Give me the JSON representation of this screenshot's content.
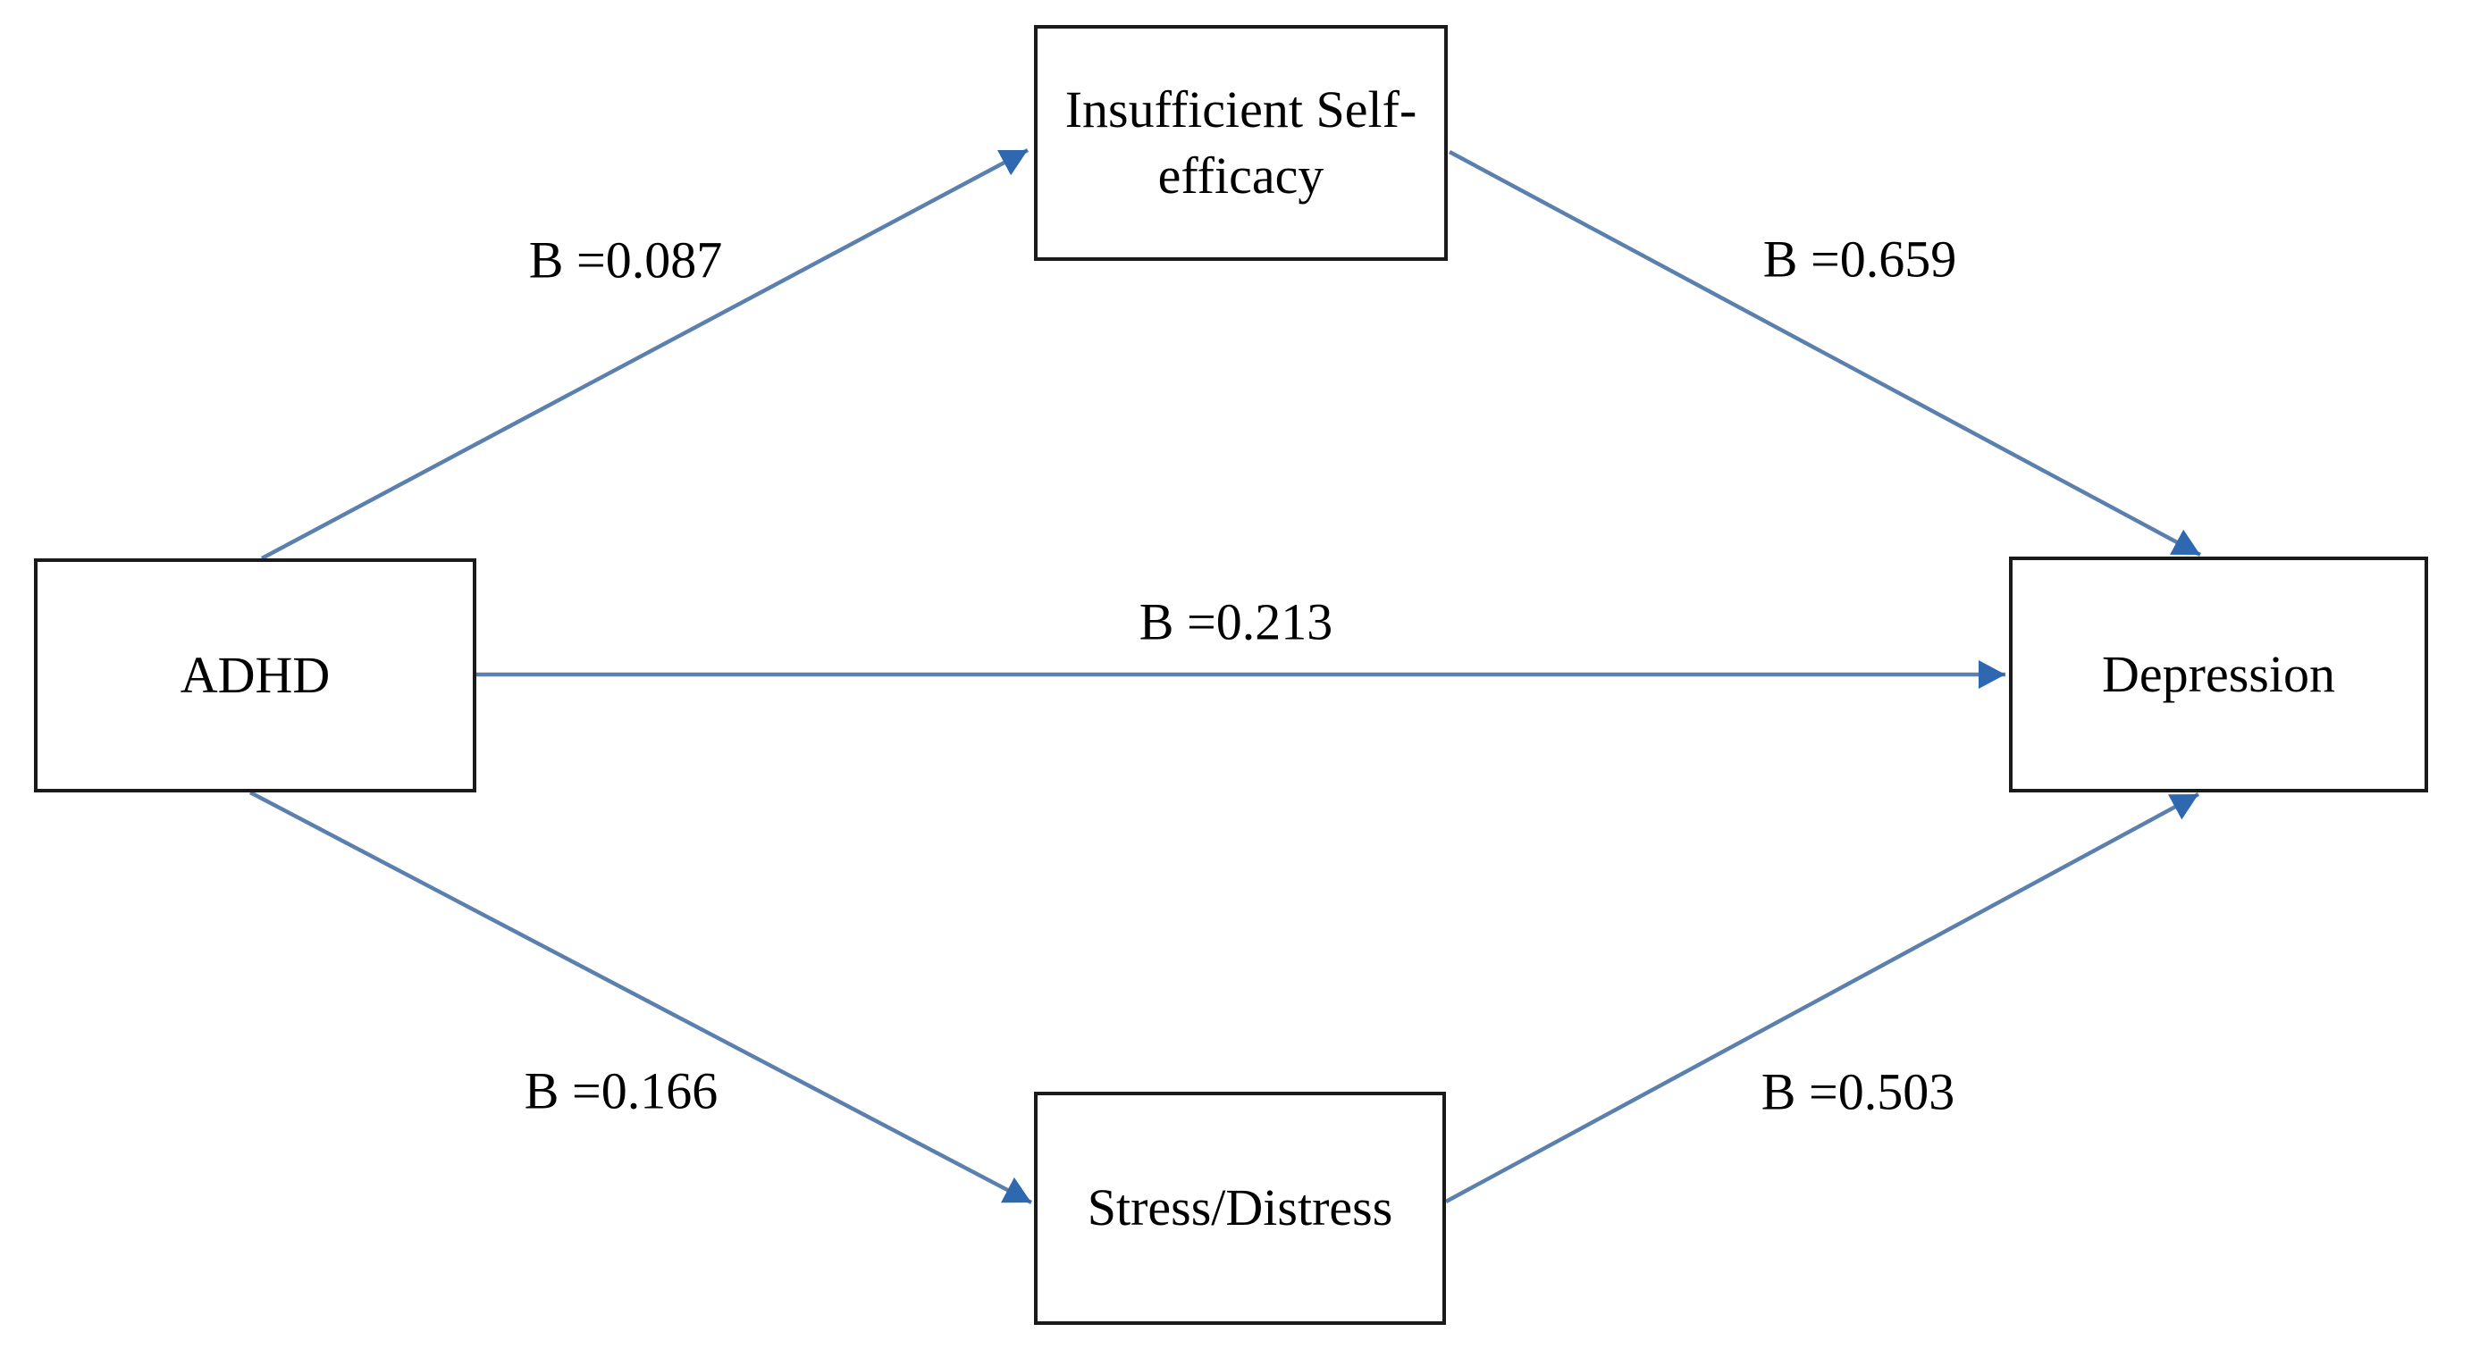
{
  "diagram": {
    "type": "mediation-path-model",
    "nodes": {
      "adhd": {
        "label": "ADHD",
        "role": "predictor"
      },
      "self_efficacy": {
        "label": "Insufficient Self-efficacy",
        "role": "mediator"
      },
      "stress": {
        "label": "Stress/Distress",
        "role": "mediator"
      },
      "depression": {
        "label": "Depression",
        "role": "outcome"
      }
    },
    "paths": {
      "adhd_to_self_efficacy": {
        "label": "B =0.087",
        "value": 0.087,
        "from": "ADHD",
        "to": "Insufficient Self-efficacy"
      },
      "self_efficacy_to_depression": {
        "label": "B =0.659",
        "value": 0.659,
        "from": "Insufficient Self-efficacy",
        "to": "Depression"
      },
      "adhd_to_depression": {
        "label": "B =0.213",
        "value": 0.213,
        "from": "ADHD",
        "to": "Depression"
      },
      "adhd_to_stress": {
        "label": "B =0.166",
        "value": 0.166,
        "from": "ADHD",
        "to": "Stress/Distress"
      },
      "stress_to_depression": {
        "label": "B =0.503",
        "value": 0.503,
        "from": "Stress/Distress",
        "to": "Depression"
      }
    },
    "colors": {
      "line": "#5c80ad",
      "arrowhead": "#2e68b0",
      "box_border": "#1a1a1a",
      "text": "#000000",
      "background": "#ffffff"
    }
  }
}
